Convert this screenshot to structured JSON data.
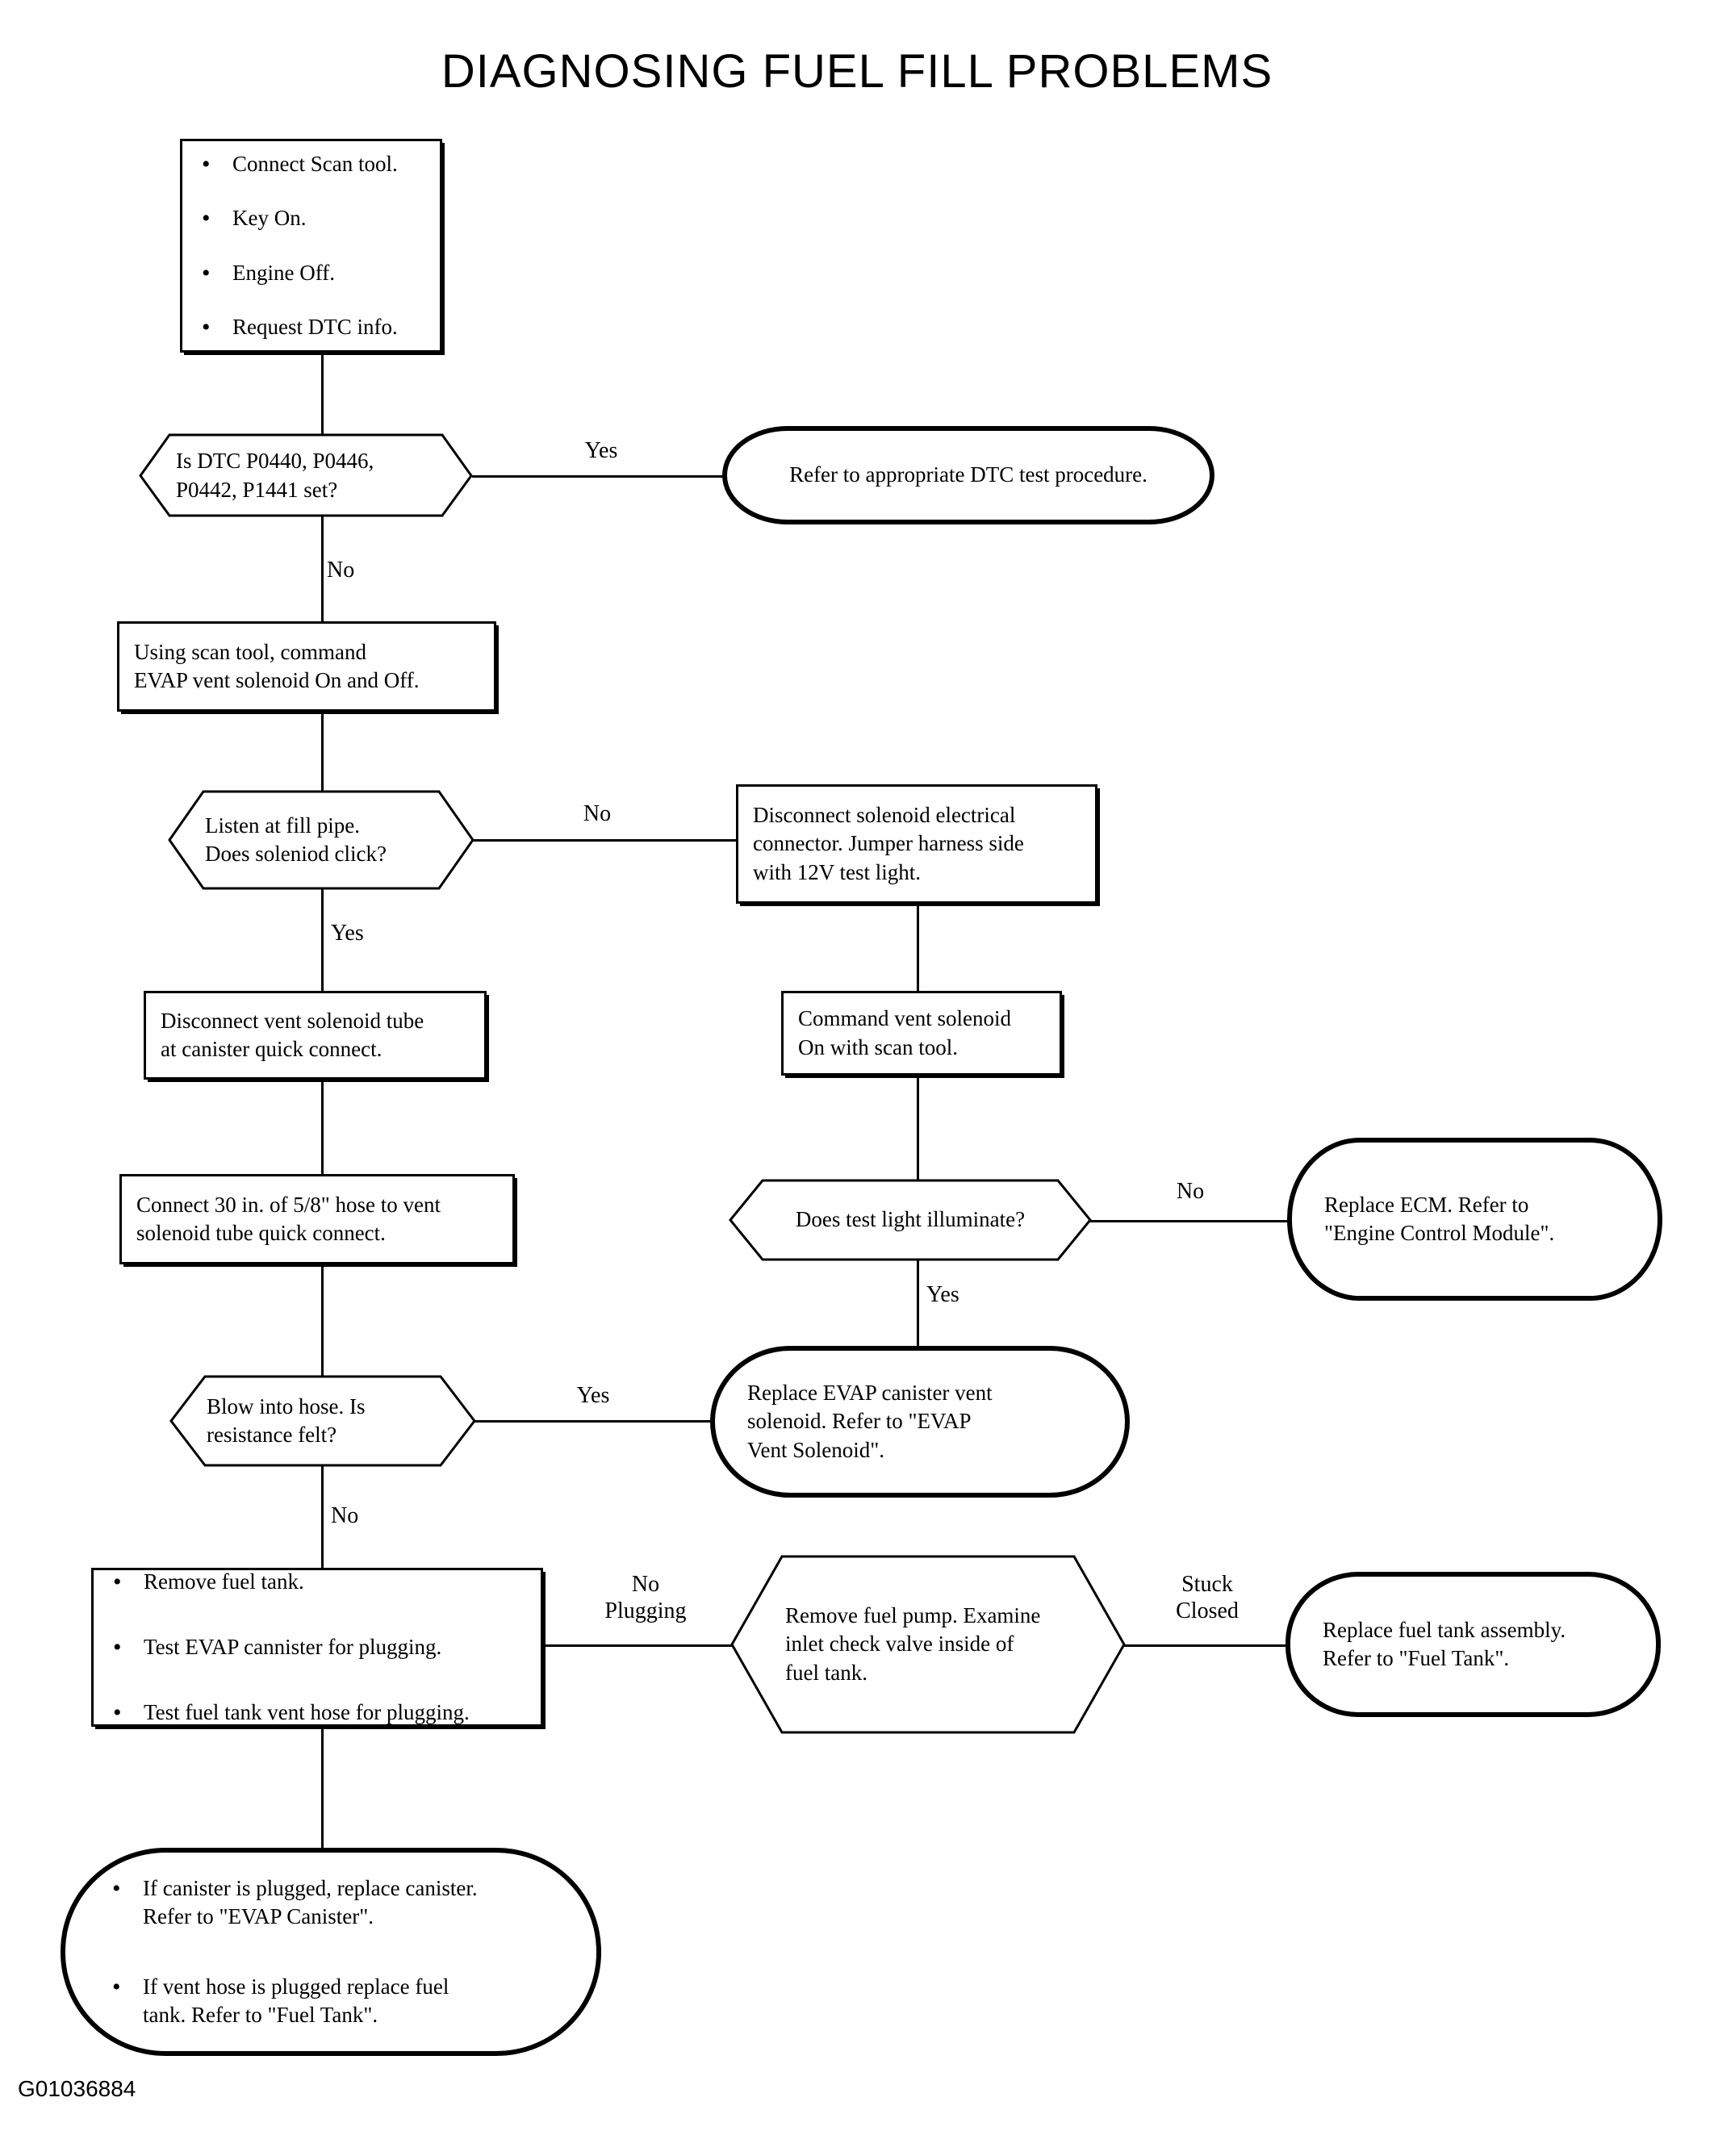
{
  "title": "DIAGNOSING FUEL FILL PROBLEMS",
  "figure_id": "G01036884",
  "nodes": {
    "start_steps": {
      "shape": "process",
      "items": [
        "Connect Scan tool.",
        "Key On.",
        "Engine Off.",
        "Request DTC info."
      ]
    },
    "dtc_set": {
      "shape": "decision",
      "line1": "Is DTC P0440, P0446,",
      "line2": "P0442, P1441 set?"
    },
    "refer_dtc": {
      "shape": "terminal",
      "line1": "Refer to appropriate DTC test procedure."
    },
    "command_evap": {
      "shape": "process",
      "line1": "Using scan tool, command",
      "line2": "EVAP vent solenoid On and Off."
    },
    "listen_fill_pipe": {
      "shape": "decision",
      "line1": "Listen at fill pipe.",
      "line2": "Does soleniod click?"
    },
    "disconnect_connector": {
      "shape": "process",
      "line1": "Disconnect solenoid electrical",
      "line2": "connector. Jumper harness side",
      "line3": "with 12V test light."
    },
    "disconnect_tube": {
      "shape": "process",
      "line1": "Disconnect vent solenoid tube",
      "line2": "at canister quick connect."
    },
    "command_vent_on": {
      "shape": "process",
      "line1": "Command vent solenoid",
      "line2": "On with scan tool."
    },
    "connect_hose": {
      "shape": "process",
      "line1": "Connect 30 in. of 5/8\" hose to vent",
      "line2": "solenoid tube quick connect."
    },
    "test_light": {
      "shape": "decision",
      "line1": "Does test light illuminate?"
    },
    "replace_ecm": {
      "shape": "terminal",
      "line1": "Replace ECM. Refer to",
      "line2": "\"Engine Control Module\"."
    },
    "blow_into_hose": {
      "shape": "decision",
      "line1": "Blow into hose. Is",
      "line2": "resistance felt?"
    },
    "replace_vent_solenoid": {
      "shape": "terminal",
      "line1": "Replace EVAP canister vent",
      "line2": "solenoid. Refer to \"EVAP",
      "line3": "Vent Solenoid\"."
    },
    "remove_tank_tests": {
      "shape": "process",
      "items": [
        "Remove fuel tank.",
        "Test EVAP cannister for plugging.",
        "Test fuel tank vent hose for plugging."
      ]
    },
    "remove_fuel_pump": {
      "shape": "decision",
      "line1": "Remove fuel pump. Examine",
      "line2": "inlet check valve inside of",
      "line3": "fuel tank."
    },
    "replace_tank_assembly": {
      "shape": "terminal",
      "line1": "Replace fuel tank assembly.",
      "line2": "Refer to \"Fuel Tank\"."
    },
    "final_outcomes": {
      "shape": "terminal",
      "items": [
        "If canister is plugged, replace canister. Refer to \"EVAP Canister\".",
        "If vent hose is plugged replace fuel tank. Refer to \"Fuel Tank\"."
      ],
      "item1_line1": "If canister is plugged, replace canister.",
      "item1_line2": "Refer to \"EVAP Canister\".",
      "item2_line1": "If vent hose is plugged replace fuel",
      "item2_line2": "tank. Refer to \"Fuel Tank\"."
    }
  },
  "edge_labels": {
    "dtc_yes": "Yes",
    "dtc_no": "No",
    "listen_no": "No",
    "listen_yes": "Yes",
    "test_light_no": "No",
    "test_light_yes": "Yes",
    "blow_yes": "Yes",
    "blow_no": "No",
    "plugging_no": "No\nPlugging",
    "valve_stuck": "Stuck\nClosed"
  },
  "colors": {
    "ink": "#000000",
    "paper": "#ffffff"
  }
}
